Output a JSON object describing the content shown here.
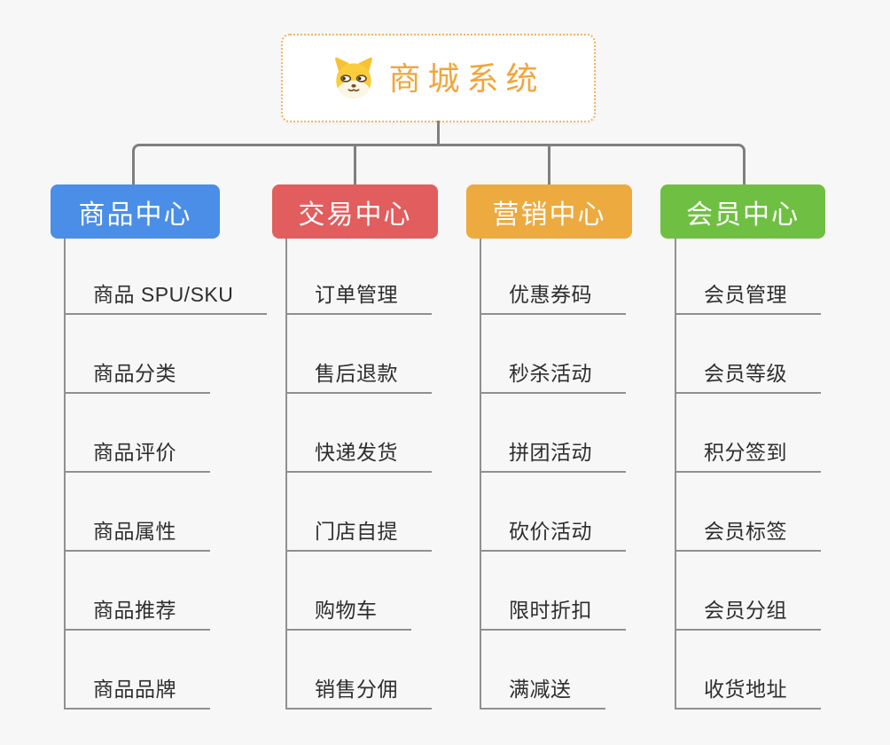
{
  "root": {
    "title": "商城系统",
    "icon": "dog-face-icon",
    "accent_color": "#f2a53c",
    "border_color": "#f3b264"
  },
  "connector_color": "#7f7f7f",
  "line_color": "#909090",
  "branches": [
    {
      "label": "商品中心",
      "color": "#4a8ee8",
      "children": [
        "商品 SPU/SKU",
        "商品分类",
        "商品评价",
        "商品属性",
        "商品推荐",
        "商品品牌"
      ]
    },
    {
      "label": "交易中心",
      "color": "#e25d5d",
      "children": [
        "订单管理",
        "售后退款",
        "快递发货",
        "门店自提",
        "购物车",
        "销售分佣"
      ]
    },
    {
      "label": "营销中心",
      "color": "#ecaa3f",
      "children": [
        "优惠券码",
        "秒杀活动",
        "拼团活动",
        "砍价活动",
        "限时折扣",
        "满减送"
      ]
    },
    {
      "label": "会员中心",
      "color": "#6fc042",
      "children": [
        "会员管理",
        "会员等级",
        "积分签到",
        "会员标签",
        "会员分组",
        "收货地址"
      ]
    }
  ]
}
